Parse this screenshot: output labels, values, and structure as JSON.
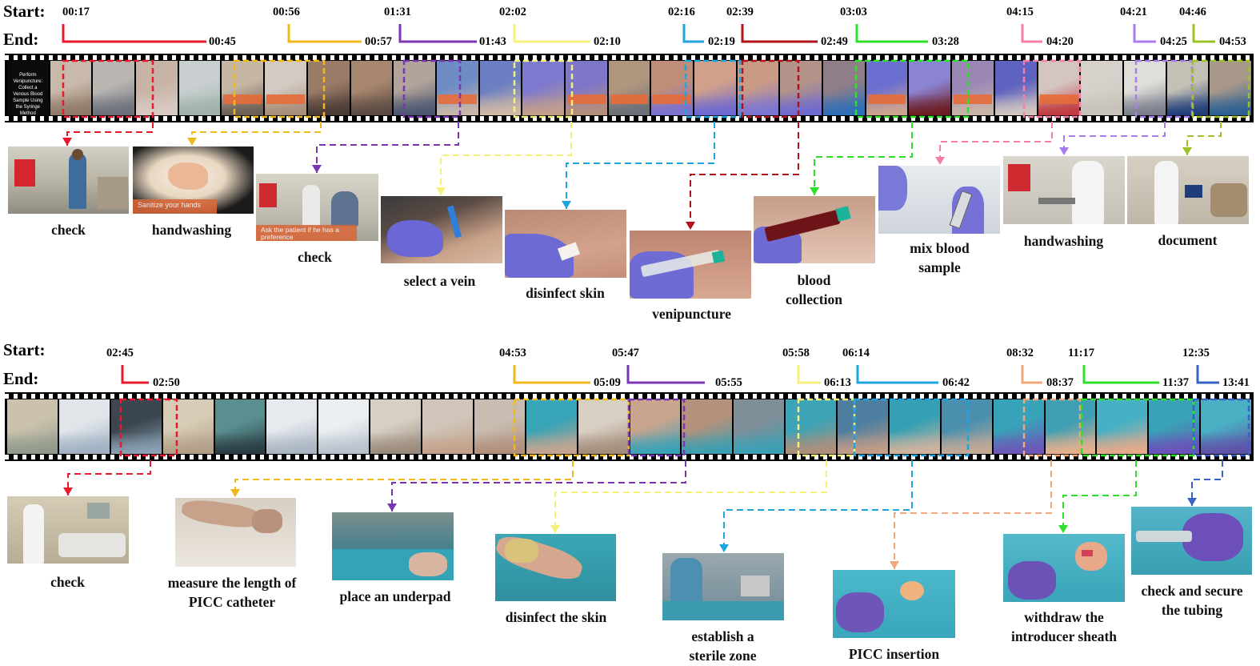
{
  "figure": {
    "row_labels": {
      "start": "Start:",
      "end": "End:"
    }
  },
  "top": {
    "segments": [
      {
        "start": "00:17",
        "end": "00:45",
        "color": "#e8182d",
        "caption": [
          "check"
        ]
      },
      {
        "start": "00:56",
        "end": "00:57",
        "color": "#f0b81a",
        "caption": [
          "handwashing"
        ],
        "overlay": "Sanitize your hands"
      },
      {
        "start": "01:31",
        "end": "01:43",
        "color": "#7a35b5",
        "caption": [
          "check"
        ],
        "overlay": "Ask the patient if he has a preference"
      },
      {
        "start": "02:02",
        "end": "02:10",
        "color": "#f5f07a",
        "caption": [
          "select a vein"
        ]
      },
      {
        "start": "02:16",
        "end": "02:19",
        "color": "#1ea4e0",
        "caption": [
          "disinfect skin"
        ]
      },
      {
        "start": "02:39",
        "end": "02:49",
        "color": "#b01218",
        "caption": [
          "venipuncture"
        ]
      },
      {
        "start": "03:03",
        "end": "03:28",
        "color": "#2fe02b",
        "caption": [
          "blood",
          "collection"
        ]
      },
      {
        "start": "04:15",
        "end": "04:20",
        "color": "#f57ea6",
        "caption": [
          "mix blood",
          "sample"
        ]
      },
      {
        "start": "04:21",
        "end": "04:25",
        "color": "#a97cf0",
        "caption": [
          "handwashing"
        ]
      },
      {
        "start": "04:46",
        "end": "04:53",
        "color": "#9cc227",
        "caption": [
          "document"
        ]
      }
    ],
    "title_frame_text": "Perform Venipuncture: Collect a Venous Blood Sample Using the Syringe Method"
  },
  "bottom": {
    "segments": [
      {
        "start": "02:45",
        "end": "02:50",
        "color": "#e8182d",
        "caption": [
          "check"
        ]
      },
      {
        "start": "04:53",
        "end": "05:09",
        "color": "#f0b81a",
        "caption": [
          "measure the length of",
          "PICC catheter"
        ]
      },
      {
        "start": "05:47",
        "end": "05:55",
        "color": "#7a35b5",
        "caption": [
          "place an underpad"
        ]
      },
      {
        "start": "05:58",
        "end": "06:13",
        "color": "#f5f07a",
        "caption": [
          "disinfect the skin"
        ]
      },
      {
        "start": "06:14",
        "end": "06:42",
        "color": "#1ea4e0",
        "caption": [
          "establish a",
          "sterile zone"
        ]
      },
      {
        "start": "08:32",
        "end": "08:37",
        "color": "#f0a77a",
        "caption": [
          "PICC insertion"
        ]
      },
      {
        "start": "11:17",
        "end": "11:37",
        "color": "#2fe02b",
        "caption": [
          "withdraw the",
          "introducer sheath"
        ]
      },
      {
        "start": "12:35",
        "end": "13:41",
        "color": "#3a63c9",
        "caption": [
          "check and secure",
          "the tubing"
        ]
      }
    ]
  }
}
